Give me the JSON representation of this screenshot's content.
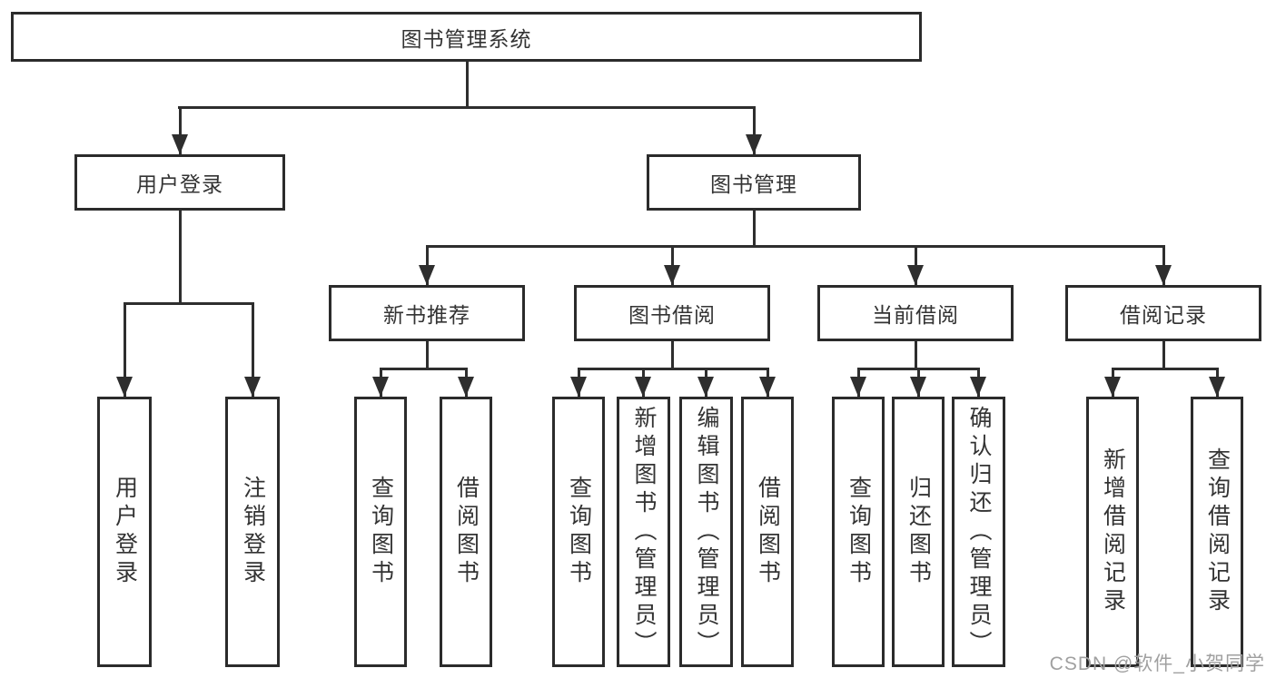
{
  "tree": {
    "label": "图书管理系统",
    "children": [
      {
        "label": "用户登录",
        "children": [
          {
            "label": "用户登录"
          },
          {
            "label": "注销登录"
          }
        ]
      },
      {
        "label": "图书管理",
        "children": [
          {
            "label": "新书推荐",
            "children": [
              {
                "label": "查询图书"
              },
              {
                "label": "借阅图书"
              }
            ]
          },
          {
            "label": "图书借阅",
            "children": [
              {
                "label": "查询图书"
              },
              {
                "label": "新增图书（管理员）"
              },
              {
                "label": "编辑图书（管理员）"
              },
              {
                "label": "借阅图书"
              }
            ]
          },
          {
            "label": "当前借阅",
            "children": [
              {
                "label": "查询图书"
              },
              {
                "label": "归还图书"
              },
              {
                "label": "确认归还（管理员）"
              }
            ]
          },
          {
            "label": "借阅记录",
            "children": [
              {
                "label": "新增借阅记录"
              },
              {
                "label": "查询借阅记录"
              }
            ]
          }
        ]
      }
    ]
  },
  "watermark": {
    "text": "CSDN @软件_小贺同学"
  },
  "colors": {
    "line": "#2e2e2e",
    "box_border": "#2b2b2b",
    "text": "#333333",
    "watermark": "#a0a0a0",
    "background": "#ffffff"
  }
}
